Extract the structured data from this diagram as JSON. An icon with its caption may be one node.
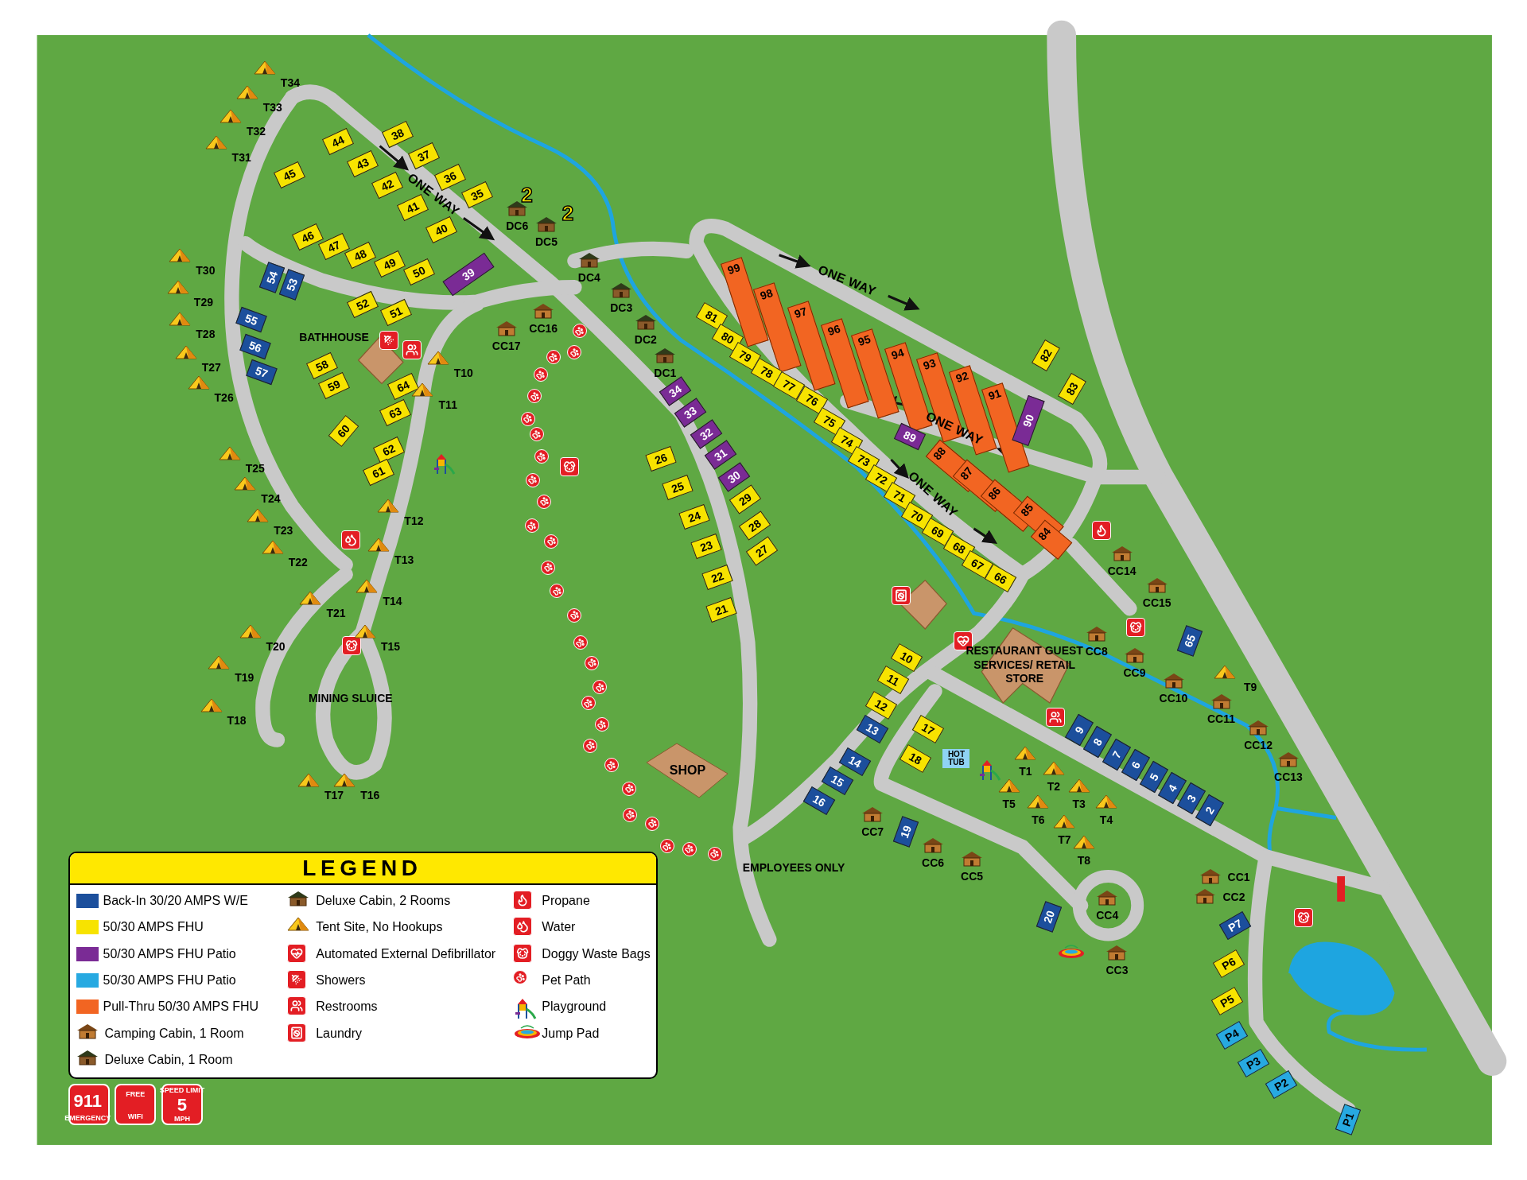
{
  "diagram": {
    "nodes": [
      {
        "text": [
          "SHOP"
        ]
      }
    ],
    "labels": [
      "T34",
      "T33",
      "T32",
      "T31",
      "44",
      "38",
      "43",
      "37",
      "45",
      "36",
      "42",
      "35",
      "ONE WAY",
      "41",
      "40",
      "DC6",
      "2",
      "DC5",
      "2",
      "46",
      "47",
      "48",
      "49",
      "50",
      "T30",
      "39",
      "54",
      "53",
      "DC4",
      "T29",
      "52",
      "DC3",
      "51",
      "55",
      "CC16",
      "T28",
      "BATHHOUSE",
      "DC2",
      "CC17",
      "56",
      "58",
      "T27",
      "57",
      "T10",
      "DC1",
      "59",
      "64",
      "T26",
      "T11",
      "63",
      "60",
      "62",
      "T25",
      "61",
      "T24",
      "T12",
      "T23",
      "T13",
      "T22",
      "T14",
      "T21",
      "T20",
      "T15",
      "T19",
      "MINING SLUICE",
      "T18",
      "T17",
      "T16",
      "34",
      "33",
      "32",
      "31",
      "26",
      "30",
      "25",
      "29",
      "24",
      "28",
      "23",
      "27",
      "22",
      "21",
      "99",
      "ONE WAY",
      "98",
      "97",
      "81",
      "96",
      "80",
      "95",
      "94",
      "82",
      "79",
      "93",
      "78",
      "92",
      "77",
      "83",
      "91",
      "76",
      "90",
      "75",
      "ONE WAY",
      "89",
      "74",
      "88",
      "73",
      "87",
      "72",
      "86",
      "ONE WAY",
      "71",
      "85",
      "70",
      "69",
      "84",
      "68",
      "67",
      "CC14",
      "66",
      "CC15",
      "65",
      "CC8",
      "10",
      "RESTAURANT GUEST SERVICES/ RETAIL STORE",
      "CC9",
      "11",
      "T9",
      "CC10",
      "12",
      "CC11",
      "13",
      "17",
      "9",
      "8",
      "CC12",
      "7",
      "HOT TUB",
      "18",
      "14",
      "6",
      "T1",
      "5",
      "CC13",
      "15",
      "4",
      "T2",
      "3",
      "16",
      "T5",
      "T3",
      "2",
      "T6",
      "T4",
      "CC7",
      "19",
      "T7",
      "T8",
      "CC6",
      "EMPLOYEES ONLY",
      "CC5",
      "CC1",
      "CC2",
      "CC4",
      "20",
      "P7",
      "P6",
      "CC3",
      "P5",
      "P4",
      "P3",
      "P2",
      "P1",
      "LEGEND",
      "911",
      "EMERGENCY",
      "FREE",
      "WIFI",
      "SPEED LIMIT",
      "5",
      "MPH"
    ],
    "legend": [
      {
        "text": "Back-In 30/20 AMPS W/E",
        "color": "#1c4f9c"
      },
      {
        "text": "50/30 AMPS FHU",
        "color": "#f7e300"
      },
      {
        "text": "50/30 AMPS FHU Patio",
        "color": "#7a2b95"
      },
      {
        "text": "50/30 AMPS FHU Patio",
        "color": "#27a9e1"
      },
      {
        "text": "Pull-Thru 50/30 AMPS FHU",
        "color": "#f26522"
      },
      {
        "text": "Camping Cabin, 1 Room"
      },
      {
        "text": "Deluxe Cabin, 1 Room"
      },
      {
        "text": "Deluxe Cabin, 2 Rooms"
      },
      {
        "text": "Tent Site, No Hookups"
      },
      {
        "text": "Automated External Defibrillator"
      },
      {
        "text": "Showers"
      },
      {
        "text": "Restrooms"
      },
      {
        "text": "Laundry"
      },
      {
        "text": "Propane"
      },
      {
        "text": "Water"
      },
      {
        "text": "Doggy Waste Bags"
      },
      {
        "text": "Pet Path"
      },
      {
        "text": "Playground"
      },
      {
        "text": "Jump Pad"
      }
    ]
  }
}
